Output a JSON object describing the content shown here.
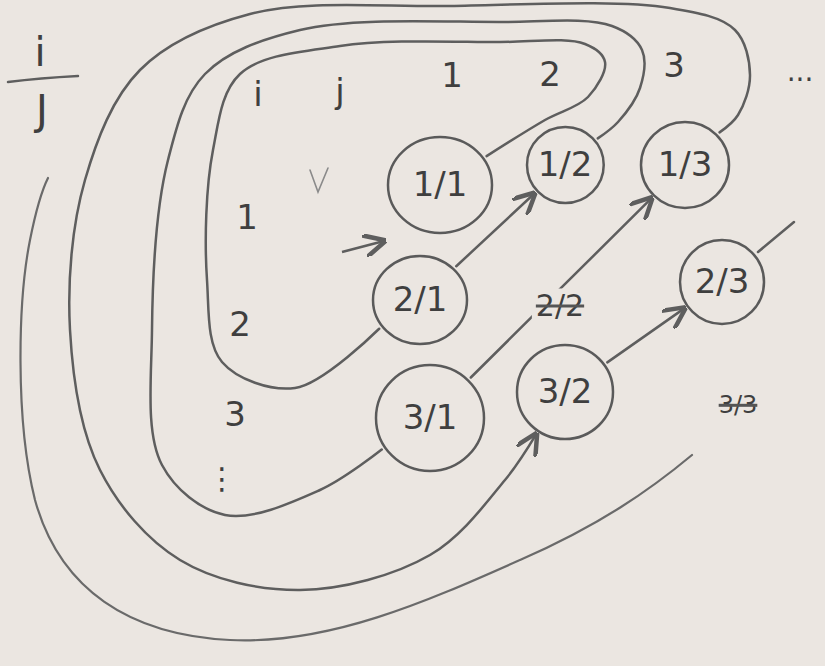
{
  "diagram": {
    "nodes": [
      {
        "text": [
          "1/1"
        ]
      },
      {
        "text": [
          "1/2"
        ]
      },
      {
        "text": [
          "1/3"
        ]
      },
      {
        "text": [
          "2/1"
        ]
      },
      {
        "text": [
          "2/3"
        ]
      },
      {
        "text": [
          "3/1"
        ]
      },
      {
        "text": [
          "3/2"
        ]
      }
    ],
    "edges": [
      {
        "from": 0,
        "to": 3,
        "arrow": "none"
      },
      {
        "from": 3,
        "to": 1,
        "arrow": "to"
      },
      {
        "from": 1,
        "to": 5,
        "arrow": "none"
      },
      {
        "from": 5,
        "to": 2,
        "arrow": "to"
      },
      {
        "from": 2,
        "to": 6,
        "arrow": "to"
      },
      {
        "from": 6,
        "to": 4,
        "arrow": "to"
      }
    ],
    "labels": [
      "i",
      "J",
      "i",
      "j",
      "1",
      "2",
      "3",
      "...",
      "1",
      "2",
      "3",
      "⋮",
      "2/2",
      "3/3"
    ]
  }
}
